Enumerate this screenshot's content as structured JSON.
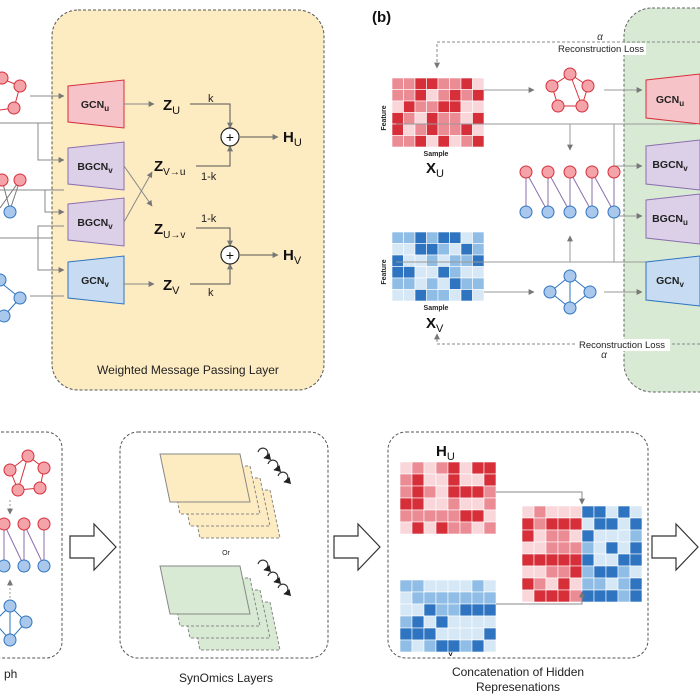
{
  "panel_a": {
    "layer_label": "Weighted Message Passing Layer",
    "blocks": [
      "GCN",
      "BGCN",
      "BGCN",
      "GCN"
    ],
    "block_subs": [
      "u",
      "v",
      "v",
      "v"
    ],
    "z_top": "Z",
    "z_top_sub": "U",
    "z_vu": "Z",
    "z_vu_sub": "V→u",
    "z_uv": "Z",
    "z_uv_sub": "U→v",
    "z_bot": "Z",
    "z_bot_sub": "V",
    "k_top": "k",
    "onek_top": "1-k",
    "onek_bot": "1-k",
    "k_bot": "k",
    "h_u": "H",
    "h_u_sub": "U",
    "h_v": "H",
    "h_v_sub": "V",
    "plus": "+"
  },
  "panel_b": {
    "label": "(b)",
    "alpha": "α",
    "reconstruction_loss": "Reconstruction Loss",
    "feature": "Feature",
    "sample": "Sample",
    "x_u": "X",
    "x_u_sub": "U",
    "x_v": "X",
    "x_v_sub": "V",
    "blocks": [
      "GCN",
      "BGCN",
      "BGCN",
      "GCN"
    ],
    "block_subs": [
      "u",
      "v",
      "u",
      "v"
    ]
  },
  "bottom": {
    "graph_caption": "ph",
    "synomics_or": "Or",
    "synomics_caption": "SynOmics Layers",
    "h_u": "H",
    "h_u_sub": "U",
    "h_v": "H",
    "h_v_sub": "V",
    "concat_caption_1": "Concatenation of Hidden",
    "concat_caption_2": "Represenations"
  },
  "colors": {
    "red": "#d62f3a",
    "red_mid": "#eb8b93",
    "red_light": "#f9d6d9",
    "blue": "#2f74c0",
    "blue_mid": "#8fbde6",
    "blue_light": "#d6e7f6",
    "yellow_panel": "#fdebc2",
    "green_panel": "#d9ead4",
    "gcn_red": "#f6c3c8",
    "bgcn_purple": "#dcd0e8",
    "gcn_blue": "#c7dcf2",
    "node_red": "#f4a3a8",
    "node_blue": "#a9c8ec"
  }
}
